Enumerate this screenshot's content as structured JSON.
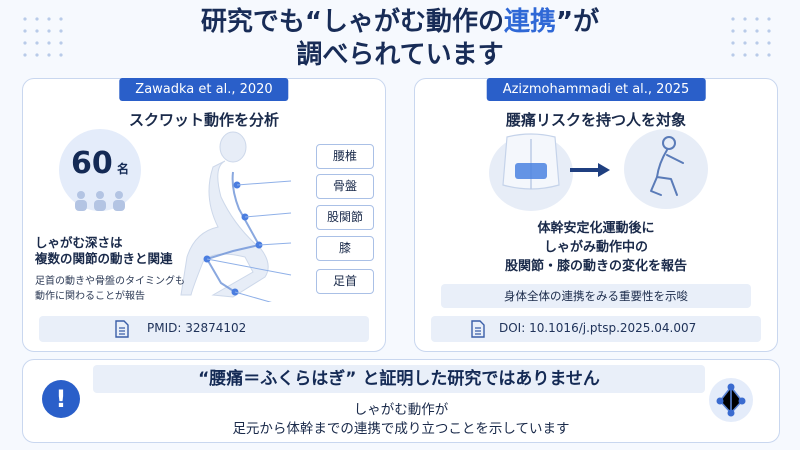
{
  "title": {
    "line1_a": "研究でも“しゃがむ動作の",
    "line1_hl": "連携",
    "line1_b": "”が",
    "line2": "調べられています"
  },
  "left": {
    "ref_tag": "Zawadka et al., 2020",
    "subtitle": "スクワット動作を分析",
    "count": "60",
    "count_unit": "名",
    "labels": [
      "腰椎",
      "骨盤",
      "股関節",
      "膝",
      "足首"
    ],
    "text_main": [
      "しゃがむ深さは",
      "複数の関節の動きと関連"
    ],
    "text_sub": [
      "足首の動きや骨盤のタイミングも",
      "動作に関わることが報告"
    ],
    "ref": "PMID: 32874102"
  },
  "right": {
    "ref_tag": "Azizmohammadi et al., 2025",
    "subtitle": "腰痛リスクを持つ人を対象",
    "text": [
      "体幹安定化運動後に",
      "しゃがみ動作中の",
      "股関節・膝の動きの変化を報告"
    ],
    "highlight": "身体全体の連携をみる重要性を示唆",
    "ref": "DOI: 10.1016/j.ptsp.2025.04.007"
  },
  "bottom": {
    "heading": "“腰痛＝ふくらはぎ” と証明した研究ではありません",
    "line1": "しゃがむ動作が",
    "line2": "足元から体幹までの連携で成り立つことを示しています"
  },
  "colors": {
    "navy": "#182c57",
    "accent": "#2a5fc9",
    "panel_border": "#c9d7ef",
    "light": "#e9eff9"
  },
  "icons": [
    "people-icon",
    "document-icon",
    "arrow-right-icon",
    "exclamation-icon",
    "network-icon"
  ]
}
